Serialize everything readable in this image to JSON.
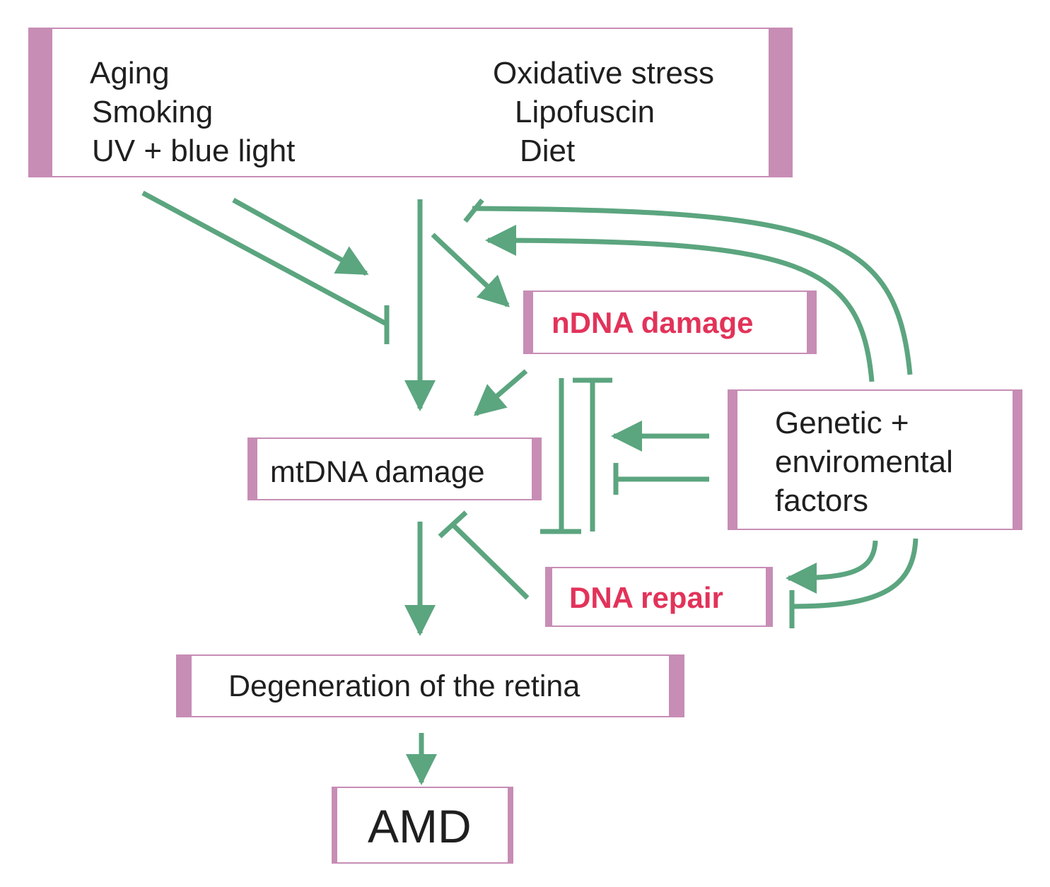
{
  "colors": {
    "arrow": "#5ba57f",
    "box_border": "#c78db5",
    "highlight_text": "#e2335a",
    "text": "#1f1f1f"
  },
  "causes": {
    "left": [
      "Aging",
      "Smoking",
      "UV + blue light"
    ],
    "right": [
      "Oxidative stress",
      "Lipofuscin",
      "Diet"
    ]
  },
  "nodes": {
    "ndna_damage": "nDNA damage",
    "mtdna_damage": "mtDNA damage",
    "genetic_factors": [
      "Genetic +",
      "enviromental",
      "factors"
    ],
    "dna_repair": "DNA repair",
    "degeneration": "Degeneration of the retina",
    "amd": "AMD"
  }
}
